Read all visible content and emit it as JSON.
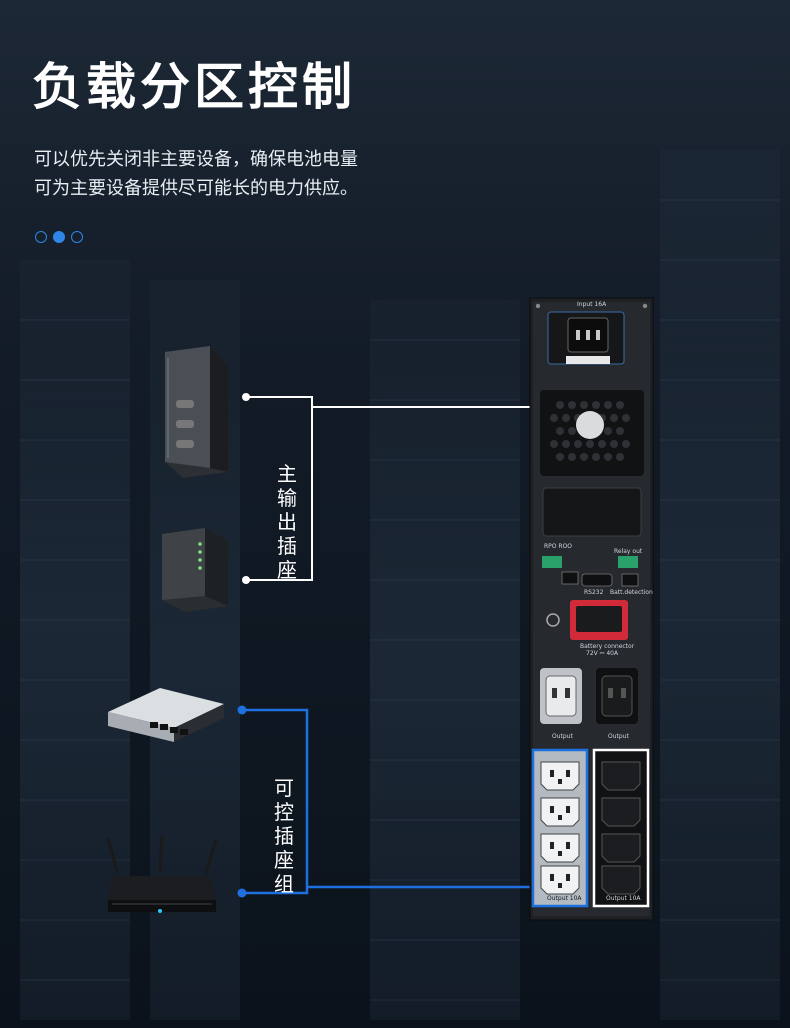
{
  "header": {
    "title": "负载分区控制",
    "description_lines": [
      "可以优先关闭非主要设备，确保电池电量",
      "可为主要设备提供尽可能长的电力供应。"
    ]
  },
  "carousel": {
    "dots": 3,
    "active_index": 1,
    "accent_color": "#2f86e6"
  },
  "groups": {
    "main_outlets": {
      "label_chars": [
        "主",
        "输",
        "出",
        "插",
        "座"
      ],
      "line_color": "#ffffff",
      "devices": [
        "tower-server",
        "nas-box"
      ]
    },
    "controllable_outlets": {
      "label_chars": [
        "可",
        "控",
        "插",
        "座",
        "组"
      ],
      "line_color": "#1e6fe0",
      "devices": [
        "network-switch",
        "wifi-router"
      ]
    }
  },
  "ups_panel": {
    "input_label": "Input 16A",
    "rpo_label": "RPO ROO",
    "relay_label": "Relay  out",
    "rs232_label": "RS232",
    "batt_detect_label": "Batt.detection",
    "battery_label": "Battery connector",
    "battery_rating": "72V ⎓ 40A",
    "output_left": "Output",
    "output_right": "Output",
    "group_left_label": "Output 10A",
    "group_right_label": "Output 10A"
  }
}
